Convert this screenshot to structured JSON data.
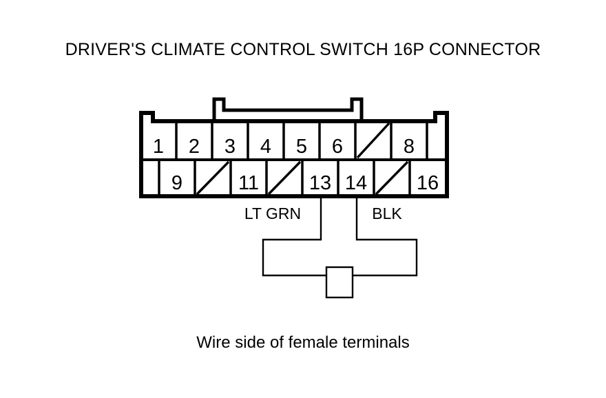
{
  "title": "DRIVER'S CLIMATE CONTROL SWITCH 16P CONNECTOR",
  "caption": "Wire side of female terminals",
  "connector": {
    "type": "16P",
    "name": "Driver's Climate Control Switch",
    "top_row": [
      {
        "label": "1",
        "blank": false
      },
      {
        "label": "2",
        "blank": false
      },
      {
        "label": "3",
        "blank": false
      },
      {
        "label": "4",
        "blank": false
      },
      {
        "label": "5",
        "blank": false
      },
      {
        "label": "6",
        "blank": false
      },
      {
        "label": "",
        "blank": true
      },
      {
        "label": "8",
        "blank": false
      }
    ],
    "bottom_row": [
      {
        "label": "9",
        "blank": false
      },
      {
        "label": "",
        "blank": true
      },
      {
        "label": "11",
        "blank": false
      },
      {
        "label": "",
        "blank": true
      },
      {
        "label": "13",
        "blank": false
      },
      {
        "label": "14",
        "blank": false
      },
      {
        "label": "",
        "blank": true
      },
      {
        "label": "16",
        "blank": false
      }
    ]
  },
  "wires": [
    {
      "label": "LT GRN",
      "from_pin": "13"
    },
    {
      "label": "BLK",
      "from_pin": "14"
    }
  ],
  "colors": {
    "line": "#000000",
    "background": "#ffffff",
    "text": "#000000"
  }
}
